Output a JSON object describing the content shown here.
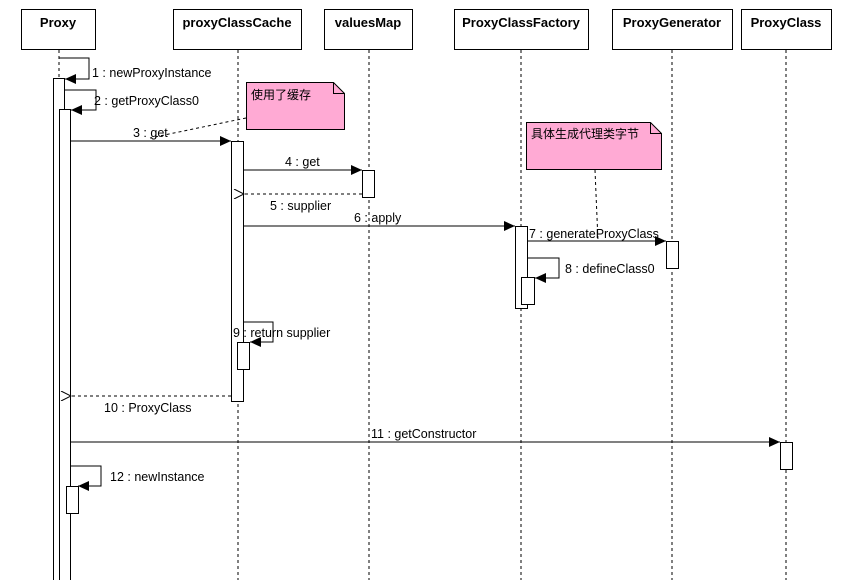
{
  "participants": [
    {
      "id": "proxy",
      "label": "Proxy"
    },
    {
      "id": "cache",
      "label": "proxyClassCache"
    },
    {
      "id": "values",
      "label": "valuesMap"
    },
    {
      "id": "factory",
      "label": "ProxyClassFactory"
    },
    {
      "id": "generator",
      "label": "ProxyGenerator"
    },
    {
      "id": "proxyclass",
      "label": "ProxyClass"
    }
  ],
  "messages": [
    {
      "id": "m1",
      "label": "1 : newProxyInstance"
    },
    {
      "id": "m2",
      "label": "2 : getProxyClass0"
    },
    {
      "id": "m3",
      "label": "3 : get"
    },
    {
      "id": "m4",
      "label": "4 : get"
    },
    {
      "id": "m5",
      "label": "5 : supplier"
    },
    {
      "id": "m6",
      "label": "6 : apply"
    },
    {
      "id": "m7",
      "label": "7 : generateProxyClass"
    },
    {
      "id": "m8",
      "label": "8 : defineClass0"
    },
    {
      "id": "m9",
      "label": "9 : return supplier"
    },
    {
      "id": "m10",
      "label": "10 : ProxyClass"
    },
    {
      "id": "m11",
      "label": "11 : getConstructor"
    },
    {
      "id": "m12",
      "label": "12 : newInstance"
    }
  ],
  "notes": [
    {
      "id": "n1",
      "text": "使用了缓存"
    },
    {
      "id": "n2",
      "text": "具体生成代理类字节"
    }
  ],
  "colors": {
    "line": "#000000",
    "note_fill": "#ffaad4",
    "box_fill": "#ffffff"
  }
}
